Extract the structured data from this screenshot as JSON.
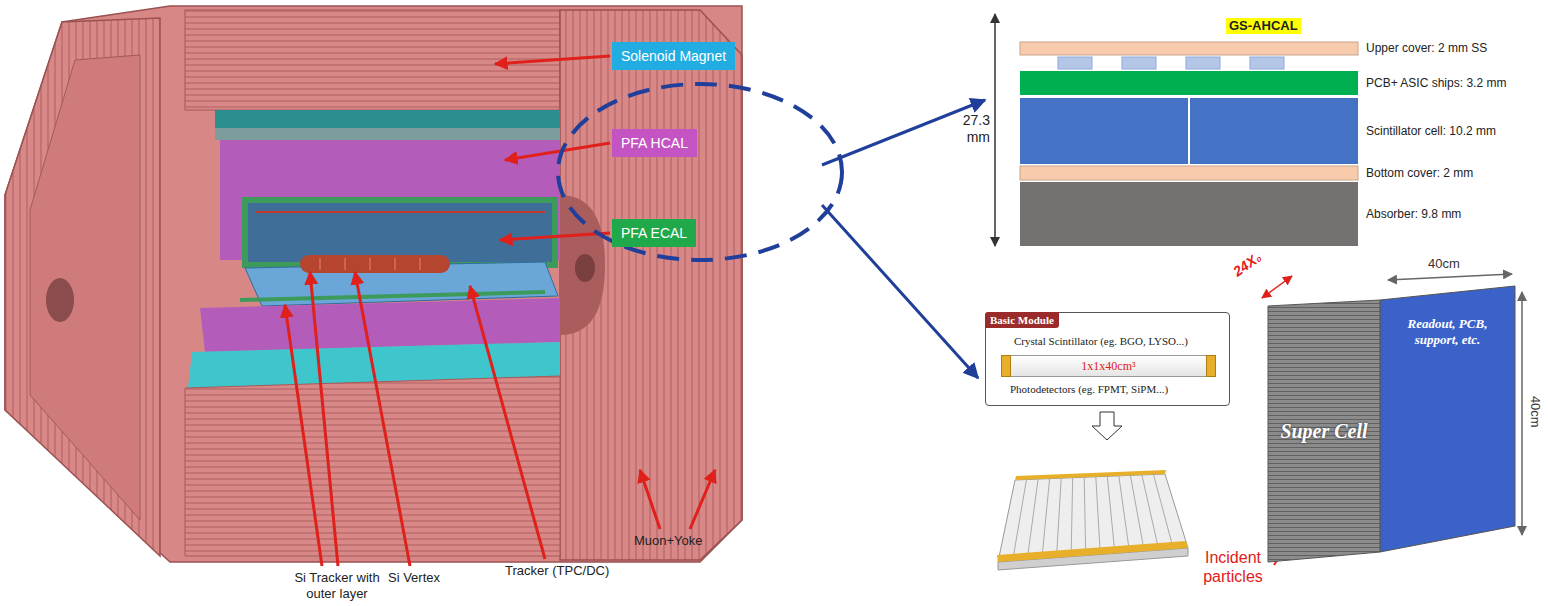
{
  "diagram": {
    "nodes": [
      {
        "text": [
          "Solenoid Magnet"
        ]
      },
      {
        "text": [
          "PFA HCAL"
        ]
      },
      {
        "text": [
          "PFA ECAL"
        ]
      },
      {
        "text": [
          "Basic Module",
          "Crystal Scintillator (eg. BGO, LYSO...)",
          "Photodetectors (eg. FPMT, SiPM...)"
        ]
      },
      {
        "text": [
          "1x1x40cm³"
        ],
        "in": 3
      },
      {
        "text": [
          "Readout, PCB, support, etc."
        ]
      },
      {
        "text": [
          "Super Cell"
        ]
      }
    ],
    "labels": [
      "Si Tracker with outer layer",
      "Si Vertex",
      "Tracker (TPC/DC)",
      "Muon+Yoke",
      "GS-AHCAL",
      "Upper cover: 2 mm SS",
      "PCB+ ASIC ships: 3.2 mm",
      "Scintillator cell: 10.2 mm",
      "Bottom cover: 2 mm",
      "Absorber: 9.8 mm",
      "27.3 mm",
      "24X₀",
      "40cm",
      "40cm",
      "Incident particles"
    ]
  }
}
